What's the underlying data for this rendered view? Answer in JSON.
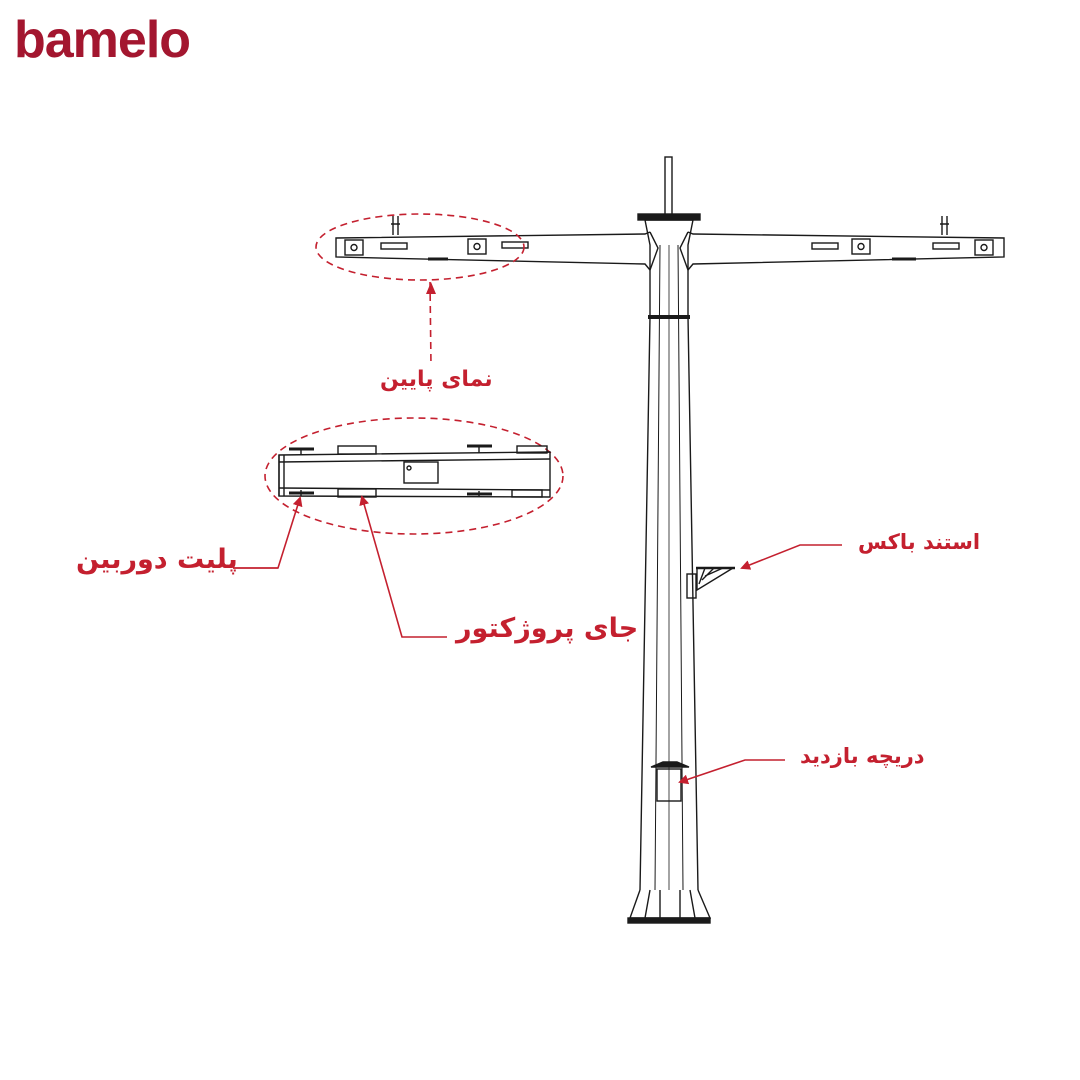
{
  "brand": {
    "logo_text": "bamelo",
    "color": "#a3162f"
  },
  "accent_color": "#c4202f",
  "line_color": "#1a1a1a",
  "callouts": {
    "bottom_view": "نمای پایین",
    "camera_plate": "پلیت دوربین",
    "projector_mount": "جای پروژکتور",
    "box_stand": "استند باکس",
    "inspection_door": "دریچه بازدید"
  }
}
